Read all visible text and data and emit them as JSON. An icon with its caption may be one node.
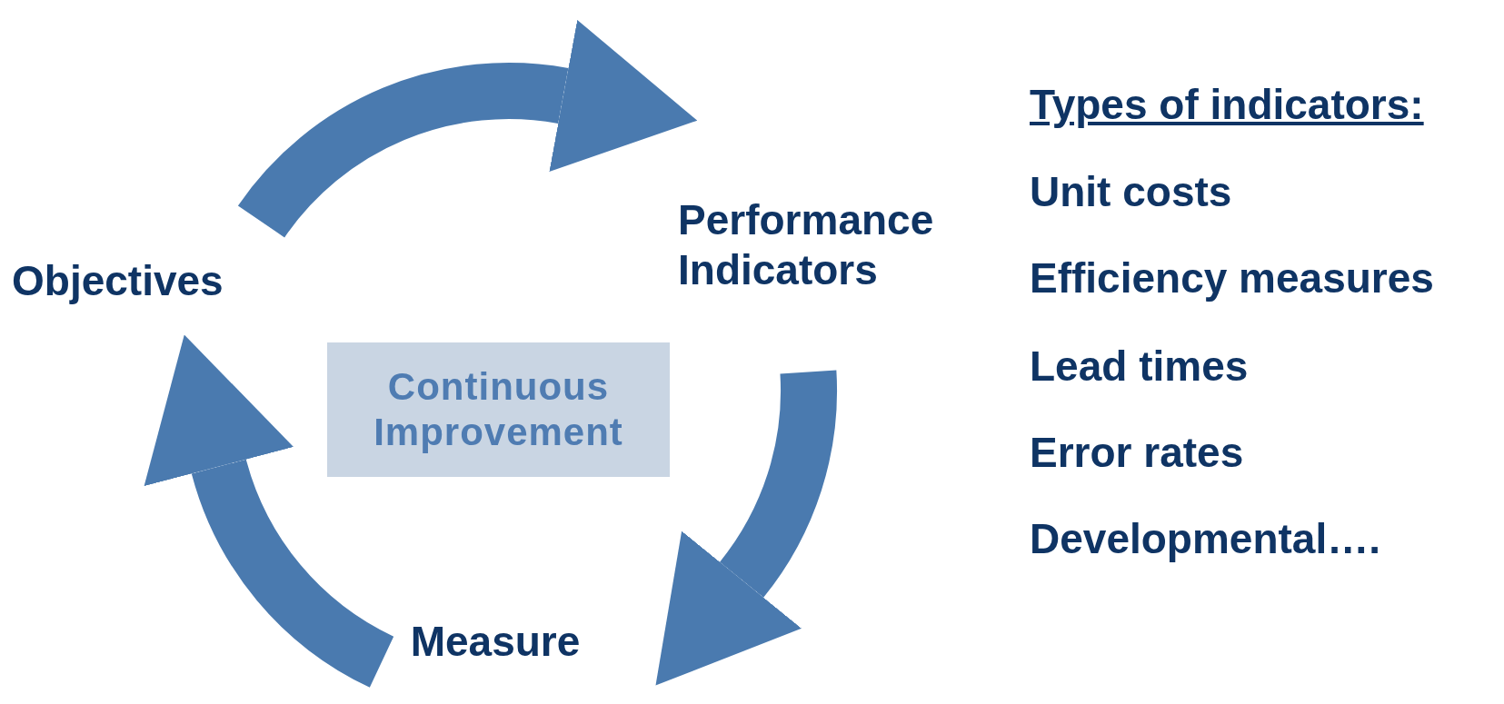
{
  "diagram": {
    "nodes": [
      {
        "text": [
          "Objectives"
        ]
      },
      {
        "text": [
          "Performance Indicators"
        ]
      },
      {
        "text": [
          "Measure"
        ]
      },
      {
        "text": [
          "Continuous Improvement"
        ]
      }
    ],
    "edges": [
      {
        "from": 0,
        "to": 1,
        "arrow": "to"
      },
      {
        "from": 1,
        "to": 2,
        "arrow": "to"
      },
      {
        "from": 2,
        "to": 0,
        "arrow": "to"
      }
    ],
    "labels": [
      "Types of indicators:",
      "Unit costs",
      "Efficiency measures",
      "Lead times",
      "Error rates",
      "Developmental…."
    ]
  }
}
